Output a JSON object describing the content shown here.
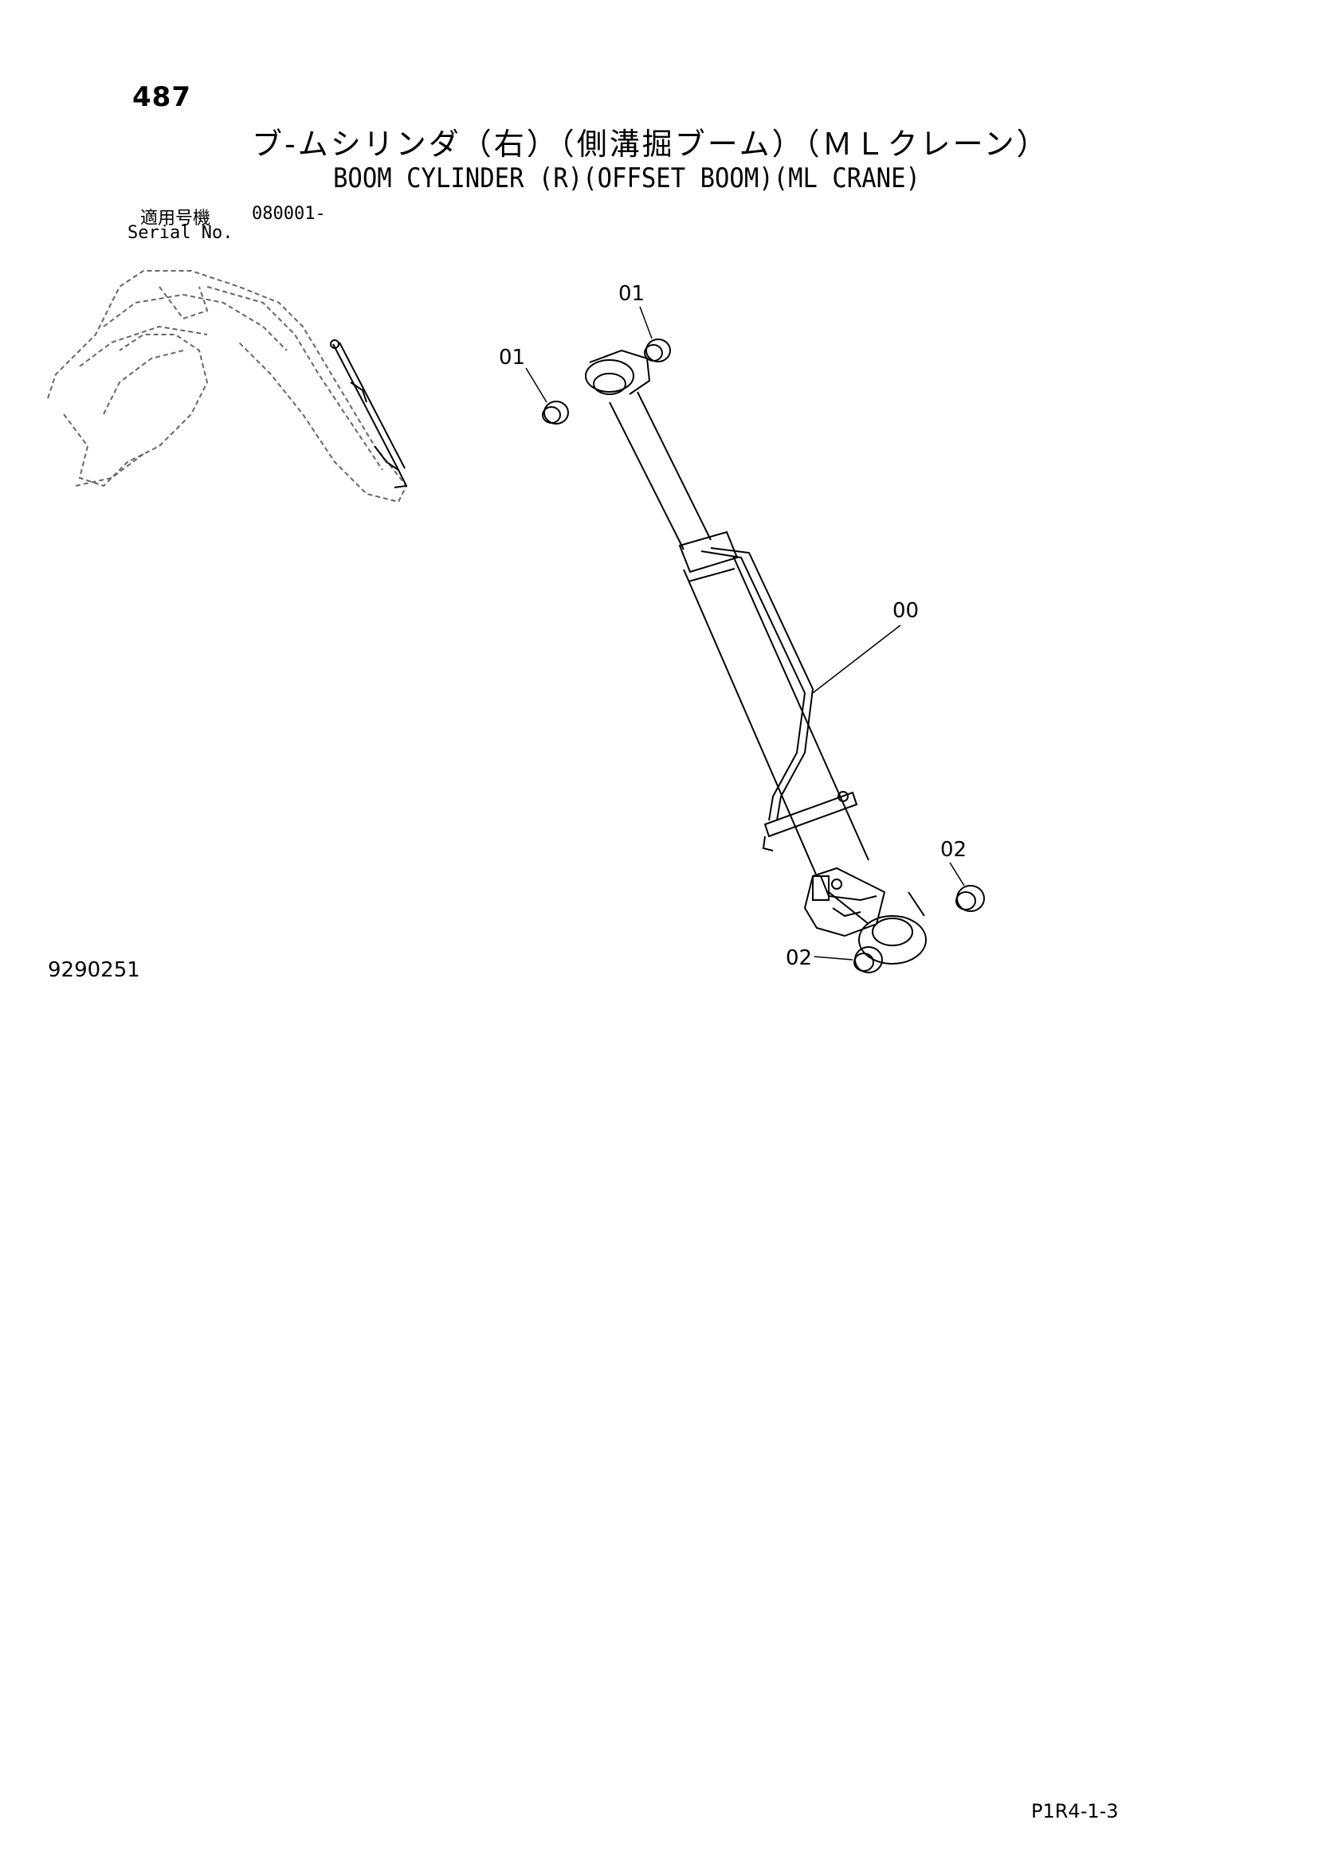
{
  "header": {
    "page_number": "487",
    "title_jp": "ブ-ムシリンダ（右）（側溝掘ブーム）（ＭＬクレーン）",
    "title_en": "BOOM CYLINDER (R)(OFFSET BOOM)(ML CRANE)",
    "serial_label_jp": "適用号機",
    "serial_value": "080001-",
    "serial_label_en": "Serial No."
  },
  "diagram": {
    "callouts": [
      "01",
      "01",
      "00",
      "02",
      "02"
    ]
  },
  "footer": {
    "drawing_number": "9290251",
    "page_code": "P1R4-1-3"
  }
}
